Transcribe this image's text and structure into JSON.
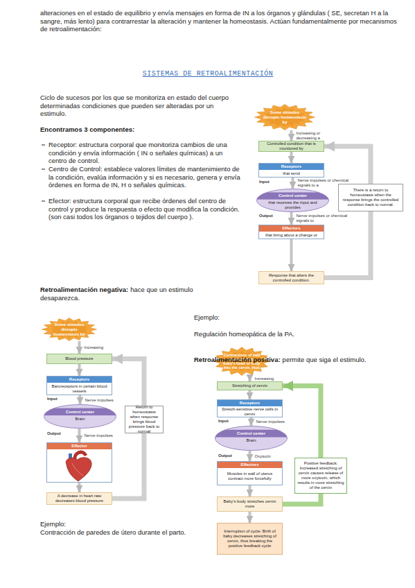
{
  "diagram": {
    "title": "SISTEMAS DE RETROALIMENTACIÓN",
    "nodes": [
      {
        "text": [
          "Some stimulus disrupts homeostasis by"
        ]
      },
      {
        "text": [
          "Controlled condition that is monitored by"
        ]
      },
      {
        "text": [
          "Receptors",
          "that send"
        ]
      },
      {
        "text": [
          "Control center",
          "that receives the input and provides"
        ]
      },
      {
        "text": [
          "Effectors",
          "that bring about a change or"
        ]
      },
      {
        "text": [
          "Response that alters the controlled condition."
        ]
      },
      {
        "text": [
          "There is a return to homeostasis when the response brings the controlled condition back to normal."
        ]
      },
      {
        "text": [
          "Some stimulus disrupts homeostasis by"
        ]
      },
      {
        "text": [
          "Blood pressure"
        ]
      },
      {
        "text": [
          "Receptors",
          "Baroreceptors in certain blood vessels"
        ]
      },
      {
        "text": [
          "Control center",
          "Brain"
        ]
      },
      {
        "text": [
          "Effector"
        ]
      },
      {
        "text": [
          "A decrease in heart rate decreases blood pressure"
        ]
      },
      {
        "text": [
          "Return to homeostasis when response brings blood pressure back to normal"
        ]
      },
      {
        "text": [
          "Contractions of wall of uterus force baby's head or body into the cervix, thus"
        ]
      },
      {
        "text": [
          "Stretching of cervix"
        ]
      },
      {
        "text": [
          "Receptors",
          "Stretch-sensitive nerve cells in cervix"
        ]
      },
      {
        "text": [
          "Control center",
          "Brain"
        ]
      },
      {
        "text": [
          "Effectors",
          "Muscles in wall of uterus contract more forcefully"
        ]
      },
      {
        "text": [
          "Baby's body stretches cervix more"
        ]
      },
      {
        "text": [
          "Interruption of cycle: Birth of baby decreases stretching of cervix, thus breaking the positive feedback cycle"
        ]
      },
      {
        "text": [
          "Positive feedback: Increased stretching of cervix causes release of more oxytocin, which results in more stretching of the cervix"
        ]
      }
    ],
    "edges": [
      {
        "from": 0,
        "to": 1,
        "arrow": "to",
        "label": "Increasing or decreasing a"
      },
      {
        "from": 1,
        "to": 2,
        "arrow": "to"
      },
      {
        "from": 2,
        "to": 3,
        "arrow": "to",
        "label": "Nerve impulses or chemical signals to a"
      },
      {
        "from": 3,
        "to": 4,
        "arrow": "to",
        "label": "Nerve impulses or chemical signals to"
      },
      {
        "from": 4,
        "to": 5,
        "arrow": "to"
      },
      {
        "from": 5,
        "to": 6,
        "arrow": "none"
      },
      {
        "from": 6,
        "to": 1,
        "arrow": "to"
      },
      {
        "from": 7,
        "to": 8,
        "arrow": "to",
        "label": "Increasing"
      },
      {
        "from": 8,
        "to": 9,
        "arrow": "to"
      },
      {
        "from": 9,
        "to": 10,
        "arrow": "to",
        "label": "Nerve impulses"
      },
      {
        "from": 10,
        "to": 11,
        "arrow": "to",
        "label": "Nerve impulses"
      },
      {
        "from": 11,
        "to": 12,
        "arrow": "to"
      },
      {
        "from": 12,
        "to": 13,
        "arrow": "none"
      },
      {
        "from": 13,
        "to": 8,
        "arrow": "to"
      },
      {
        "from": 14,
        "to": 15,
        "arrow": "to",
        "label": "Increasing"
      },
      {
        "from": 15,
        "to": 16,
        "arrow": "to"
      },
      {
        "from": 16,
        "to": 17,
        "arrow": "to",
        "label": "Nerve impulses"
      },
      {
        "from": 17,
        "to": 18,
        "arrow": "to",
        "label": "Oxytocin"
      },
      {
        "from": 18,
        "to": 19,
        "arrow": "to"
      },
      {
        "from": 19,
        "to": 20,
        "arrow": "to"
      },
      {
        "from": 19,
        "to": 21,
        "arrow": "none"
      },
      {
        "from": 21,
        "to": 15,
        "arrow": "to"
      }
    ],
    "labels": [
      "alteraciones en el estado de equilibrio y envía mensajes en forma de IN a los órganos y glándulas ( SE, secretan H a la sangre, más lento) para contrarrestar la alteración y mantener la homeostasis. Actúan fundamentalmente por mecanismos de retroalimentación:",
      "Ciclo de sucesos por los que se monitoriza en estado del cuerpo determinadas condiciones que pueden ser alteradas por un estimulo.",
      "Encontramos 3 componentes:",
      "Receptor: estructura corporal que monitoriza cambios de una condición y envía información ( IN o señales químicas) a un centro de control.",
      "Centro de Control: establece valores límites de mantenimiento de la condición, evalúa información y si es necesario, genera y envía órdenes en forma de IN, H o señales químicas.",
      "Efector: estructura corporal que recibe órdenes del centro de control y produce la respuesta o efecto que modifica la condición. (son casi todos los órganos o tejidos del cuerpo ).",
      "Input",
      "Output",
      "Retroalimentación negativa:",
      "hace que un estimulo desaparezca.",
      "Ejemplo:",
      "Regulación homeopática de la PA.",
      "Retroalimentación positiva:",
      "permite que siga el estimulo.",
      "Input",
      "Output",
      "Input",
      "Output",
      "Ejemplo:",
      "Contracción de paredes de útero durante el parto."
    ]
  }
}
